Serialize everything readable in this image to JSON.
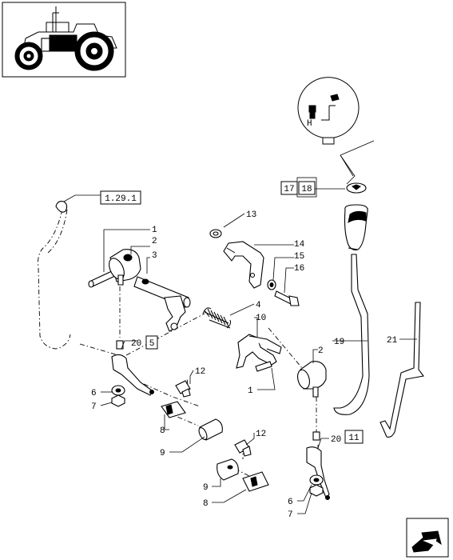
{
  "callouts": {
    "c1a": "1",
    "c2a": "2",
    "c3": "3",
    "c4": "4",
    "c13": "13",
    "c14": "14",
    "c15": "15",
    "c16": "16",
    "c10": "10",
    "c2b": "2",
    "c1b": "1",
    "c12a": "12",
    "c12b": "12",
    "c6a": "6",
    "c7a": "7",
    "c8a": "8",
    "c9a": "9",
    "c9b": "9",
    "c8b": "8",
    "c6b": "6",
    "c7b": "7",
    "c19": "19",
    "c21": "21",
    "c17": "17",
    "c18": "18",
    "c20a": "20",
    "c20b": "20"
  },
  "reference_boxes": {
    "ref_1291": "1.29.1",
    "ref_5": "5",
    "ref_11": "11"
  },
  "icons": [
    "tractor-thumbnail-icon",
    "gear-range-symbol-icon",
    "next-page-arrow-icon"
  ],
  "colors": {
    "line": "#000000",
    "background": "#ffffff"
  }
}
